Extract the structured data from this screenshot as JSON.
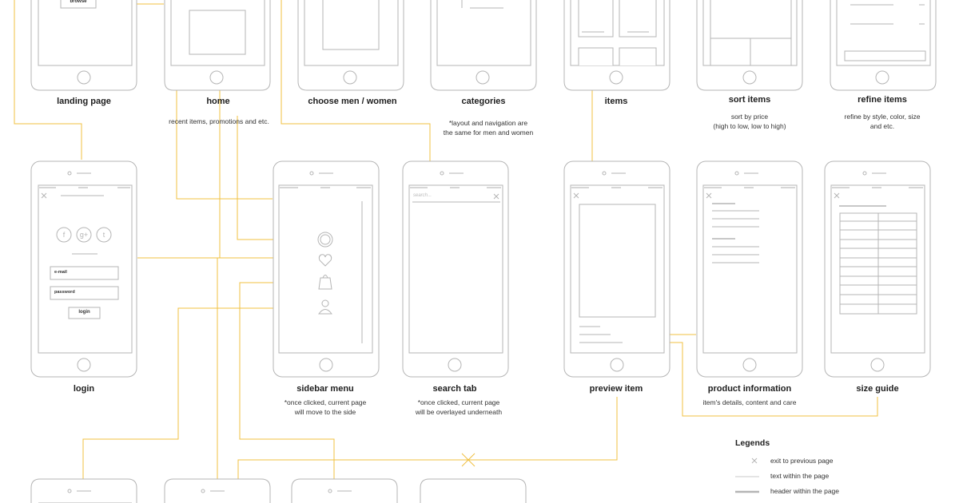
{
  "titles": {
    "landing_page": "landing page",
    "home": "home",
    "choose": "choose men / women",
    "categories": "categories",
    "items": "items",
    "sort_items": "sort items",
    "refine_items": "refine items",
    "login": "login",
    "sidebar_menu": "sidebar menu",
    "search_tab": "search tab",
    "preview_item": "preview item",
    "product_information": "product information",
    "size_guide": "size guide"
  },
  "notes": {
    "home": "recent items, promotions and etc.",
    "categories_1": "*layout and navigation are",
    "categories_2": "the same for men and women",
    "sort_1": "sort by price",
    "sort_2": "(high to low, low to high)",
    "refine_1": "refine by style, color, size",
    "refine_2": "and etc.",
    "sidebar_1": "*once clicked, current page",
    "sidebar_2": "will move to the side",
    "search_1": "*once clicked, current page",
    "search_2": "will be overlayed underneath",
    "product_1": "item's details, content and care"
  },
  "ui": {
    "browse_label": "browse",
    "email_label": "e-mail",
    "password_label": "password",
    "login_button": "login",
    "search_placeholder": "search..."
  },
  "legend": {
    "title": "Legends",
    "exit": "exit to previous page",
    "text": "text within the page",
    "header": "header within the page"
  },
  "colors": {
    "accent": "#f0c040",
    "wire": "#b5b5b5"
  }
}
